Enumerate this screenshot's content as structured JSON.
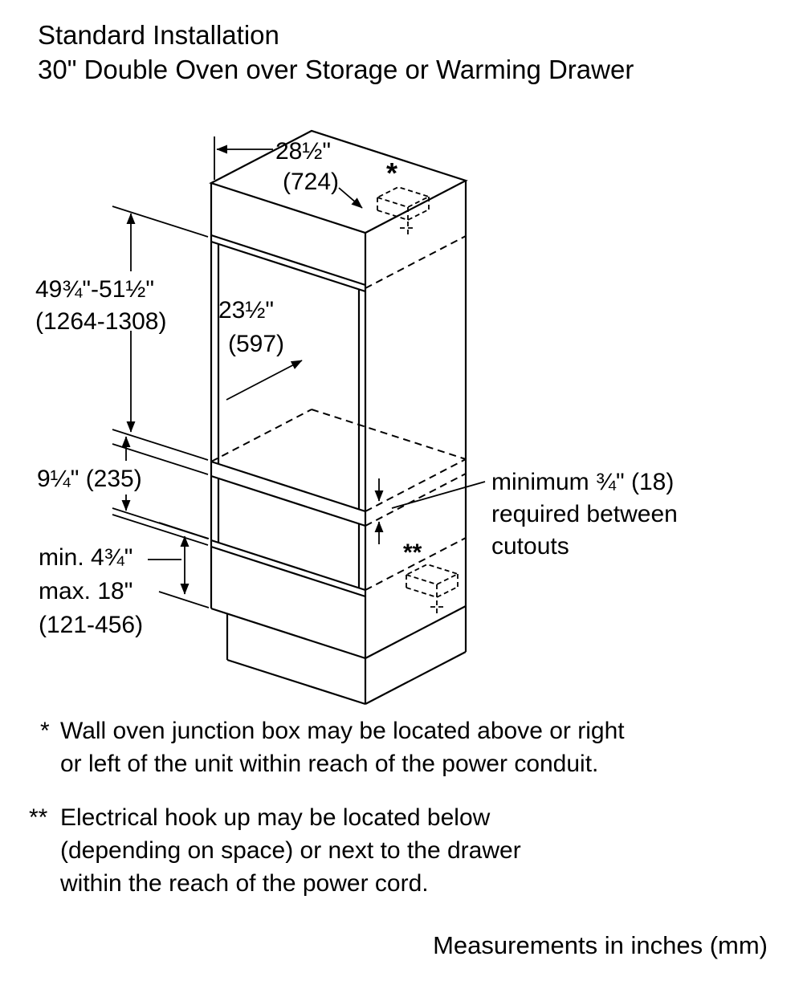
{
  "title": {
    "line1": "Standard Installation",
    "line2": "30\" Double Oven over Storage or Warming Drawer"
  },
  "colors": {
    "ink": "#000000",
    "background": "#ffffff"
  },
  "dims": {
    "width_in": "28½\"",
    "width_mm": "(724)",
    "cutout_height_in": "49¾\"-51½\"",
    "cutout_height_mm": "(1264-1308)",
    "depth_in": "23½\"",
    "depth_mm": "(597)",
    "drawer_height": "9¼\" (235)",
    "bottom_min": "min. 4¾\"",
    "bottom_max": "max. 18\"",
    "bottom_mm": "(121-456)"
  },
  "notes": {
    "gap_line1": "minimum ¾\" (18)",
    "gap_line2": "required between",
    "gap_line3": "cutouts",
    "junction_marker": "*",
    "electrical_marker": "**"
  },
  "footnotes": {
    "n1_marker": "*",
    "n1_line1": "Wall oven junction box may be located above or right",
    "n1_line2": "or left of the unit within reach of the power conduit.",
    "n2_marker": "**",
    "n2_line1": "Electrical hook up may be located below",
    "n2_line2": "(depending on space) or next to the drawer",
    "n2_line3": "within the reach of the power cord."
  },
  "footer": "Measurements in inches (mm)"
}
